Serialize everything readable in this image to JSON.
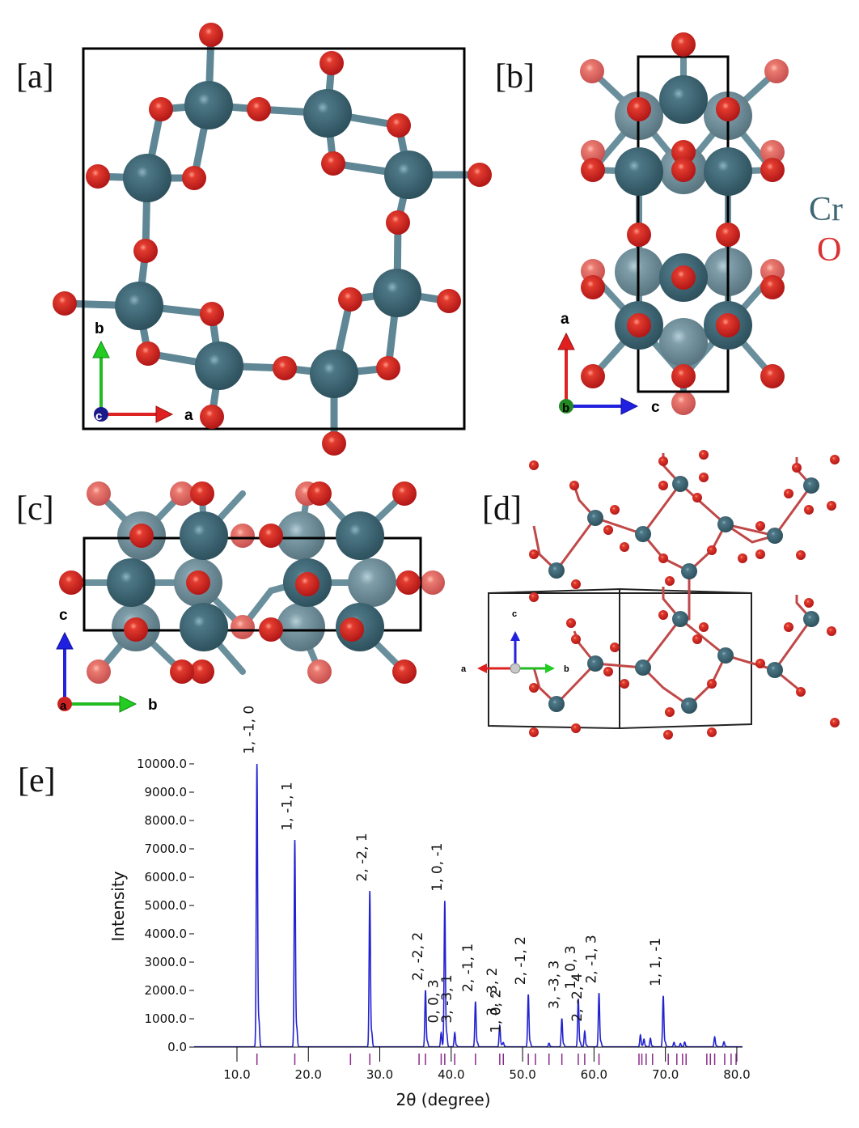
{
  "panels": {
    "a": {
      "label": "[a]",
      "axis_h": "a",
      "axis_v": "b",
      "axis_out": "c"
    },
    "b": {
      "label": "[b]",
      "axis_h": "c",
      "axis_v": "a",
      "axis_out": "b"
    },
    "c": {
      "label": "[c]",
      "axis_h": "b",
      "axis_v": "c",
      "axis_out": "a"
    },
    "d": {
      "label": "[d]",
      "axis_a": "a",
      "axis_b": "b",
      "axis_c": "c"
    },
    "e": {
      "label": "[e]"
    }
  },
  "legend": [
    {
      "text": "Cr",
      "color": "#3f6775"
    },
    {
      "text": "O",
      "color": "#d93232"
    }
  ],
  "colors": {
    "cr": "#3f6775",
    "o": "#d93232",
    "pattern": "#2222d0",
    "ticks": "#8a2a8a"
  },
  "chart_data": {
    "type": "line",
    "xlabel": "2θ (degree)",
    "ylabel": "Intensity",
    "xlim": [
      4.0,
      80.8
    ],
    "ylim": [
      0,
      10000
    ],
    "xticks": [
      10.0,
      20.0,
      30.0,
      40.0,
      50.0,
      60.0,
      70.0,
      80.0
    ],
    "xtick_labels": [
      "10.0",
      "20.0",
      "30.0",
      "40.0",
      "50.0",
      "60.0",
      "70.0",
      "80.0"
    ],
    "yticks": [
      0,
      1000,
      2000,
      3000,
      4000,
      5000,
      6000,
      7000,
      8000,
      9000,
      10000
    ],
    "ytick_labels": [
      "0.0",
      "1000.0",
      "2000.0",
      "3000.0",
      "4000.0",
      "5000.0",
      "6000.0",
      "7000.0",
      "8000.0",
      "9000.0",
      "10000.0"
    ],
    "peaks": [
      {
        "x": 12.8,
        "y": 10000,
        "label": "1, -1, 0"
      },
      {
        "x": 18.1,
        "y": 7300,
        "label": "1, -1, 1"
      },
      {
        "x": 28.6,
        "y": 5500,
        "label": "2, -2, 1"
      },
      {
        "x": 36.4,
        "y": 2000,
        "label": "2, -2, 2"
      },
      {
        "x": 38.6,
        "y": 500,
        "label": "0, 0, 3"
      },
      {
        "x": 39.1,
        "y": 5150,
        "label": "1, 0, -1"
      },
      {
        "x": 40.5,
        "y": 500,
        "label": "3, -3, 1"
      },
      {
        "x": 43.4,
        "y": 1600,
        "label": "2, -1, 1"
      },
      {
        "x": 46.8,
        "y": 750,
        "label": "3, -3, 2"
      },
      {
        "x": 47.3,
        "y": 150,
        "label": "1, 0, 2"
      },
      {
        "x": 50.8,
        "y": 1850,
        "label": "2, -1, 2"
      },
      {
        "x": 55.5,
        "y": 1000,
        "label": "3, -3, 3"
      },
      {
        "x": 57.8,
        "y": 1700,
        "label": "1, 0, 3"
      },
      {
        "x": 58.7,
        "y": 550,
        "label": "2, -2, 4"
      },
      {
        "x": 60.7,
        "y": 1900,
        "label": "2, -1, 3"
      },
      {
        "x": 69.7,
        "y": 1800,
        "label": "1, 1, -1"
      }
    ],
    "minor_peaks": [
      {
        "x": 53.7,
        "y": 130
      },
      {
        "x": 66.5,
        "y": 420
      },
      {
        "x": 67.0,
        "y": 270
      },
      {
        "x": 67.9,
        "y": 300
      },
      {
        "x": 71.2,
        "y": 160
      },
      {
        "x": 72.1,
        "y": 120
      },
      {
        "x": 72.7,
        "y": 170
      },
      {
        "x": 76.9,
        "y": 350
      },
      {
        "x": 78.2,
        "y": 180
      }
    ],
    "reflection_ticks": [
      12.8,
      18.1,
      25.9,
      28.6,
      35.5,
      36.4,
      38.6,
      39.1,
      40.5,
      43.4,
      46.8,
      47.3,
      50.8,
      51.8,
      53.7,
      55.5,
      57.8,
      58.7,
      60.7,
      66.3,
      66.7,
      67.3,
      68.2,
      70.4,
      71.6,
      72.4,
      72.9,
      75.8,
      76.3,
      76.9,
      78.3,
      79.2,
      79.9
    ]
  }
}
